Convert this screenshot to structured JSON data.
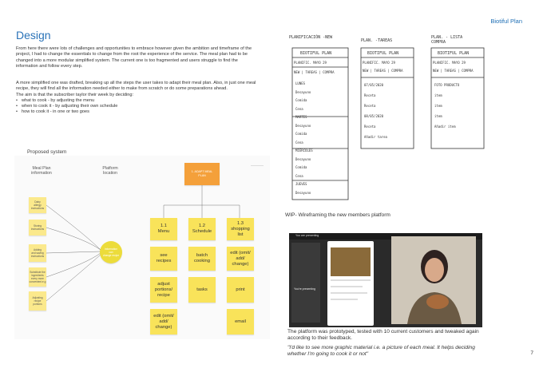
{
  "brand": "Biotiful Plan",
  "heading": "Design",
  "para1": "From here there were lots of challenges and opportunities to embrace however given the ambition and timeframe of the project, I had to change the essentials to change from the root the experience of the service. The meal plan had to be changed into a more modular simplified system. The current one is too fragmented and users struggle to find the information and follow every step.",
  "para2": "A more simplified one was drafted, breaking up all the steps the user takes to adapt their meal plan. Also, in just one meal recipe, they will find all the information needed either to make from scratch or do some preparations ahead.",
  "para2b": "The aim is that the subscriber taylor their week by deciding:",
  "bullets": [
    "what to cook - by adjusting the menu",
    "when to cook it - by adjusting their own schedule",
    "how to cook it - in one or two goes"
  ],
  "proposed_title": "Proposed system",
  "board": {
    "col1": "Meal Plan\ninformation",
    "col2": "Platform\nlocation",
    "adapt": "1. ADAPT MEAL\nPLAN",
    "left_notes": [
      "Dairy\nallergy\ninstructions",
      "Storing\ninstructions",
      "Adding\nand saving\ninstructions",
      "Substitute the\ningredients\nevery more\nconvenient.e.g",
      "Adjusting\nrecipe\nportions"
    ],
    "center_note": "Information\ncan\nchange recipe",
    "menu": "1.1\nMenu",
    "schedule": "1.2\nSchedule",
    "shopping": "1.3\nshopping\nlist",
    "see_recipes": "see\nrecipes",
    "batch_cooking": "batch\ncooking",
    "edit1": "edit (omit/\nadd/\nchange)",
    "adjust": "adjust\nportions/\nrecipe",
    "tasks": "tasks",
    "print": "print",
    "edit2": "edit (omit/\nadd/\nchange)",
    "email": "email"
  },
  "sketches": {
    "s1_title": "PLANIFICACIÓN -NEW",
    "s2_title": "PLAN. -TAREAS",
    "s3_title": "PLAN. - LISTA\nCOMPRA",
    "logo": "BIOTIFUL PLAN",
    "week": "PLANIFIC. MAYO 29",
    "tabs": "NEW | TAREAS | COMPRA",
    "s1_rows": [
      "LUNES",
      "Desayuno",
      "Comida",
      "Cena",
      "MARTES",
      "Desayuno",
      "Comida",
      "Cena",
      "MIÉRCOLES",
      "Desayuno",
      "Comida",
      "Cena",
      "JUEVES",
      "Desayuno"
    ],
    "s2_rows": [
      "07/05/2020",
      "Receta",
      "Receta",
      "08/05/2020",
      "Receta",
      "Añadir tarea"
    ],
    "s3_rows": [
      "FOTO PRODUCTO",
      "item",
      "item",
      "item",
      "Añadir item"
    ]
  },
  "wip_caption": "WIP- Wireframing the new members platform",
  "video": {
    "presenting": "You are presenting",
    "presenting2": "You're presenting"
  },
  "para3": "The platform was prototyped, tested with 10 current customers and tweaked again according to their feedback.",
  "quote": "\"I'd like to see more graphic material i.e. a picture of each meal. It helps deciding whether I'm going to cook it or not\"",
  "page_number": "7"
}
